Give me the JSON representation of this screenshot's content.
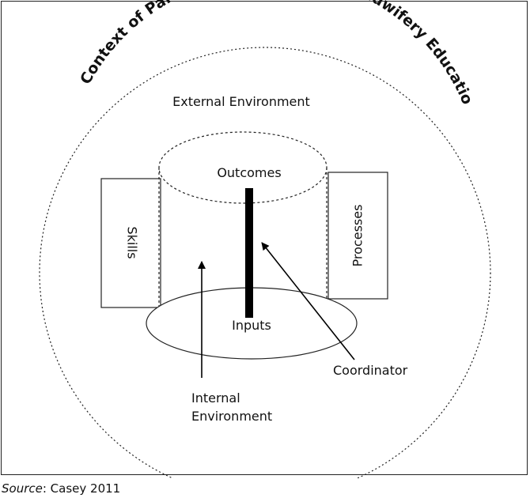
{
  "diagram": {
    "arc_title": "Context of Partnership-Nursing and Midwifery Education",
    "external_environment": "External Environment",
    "outcomes": "Outcomes",
    "skills": "Skills",
    "processes": "Processes",
    "inputs": "Inputs",
    "coordinator": "Coordinator",
    "internal_environment_line1": "Internal",
    "internal_environment_line2": "Environment"
  },
  "source": {
    "label": "Source",
    "text": ": Casey 2011"
  }
}
